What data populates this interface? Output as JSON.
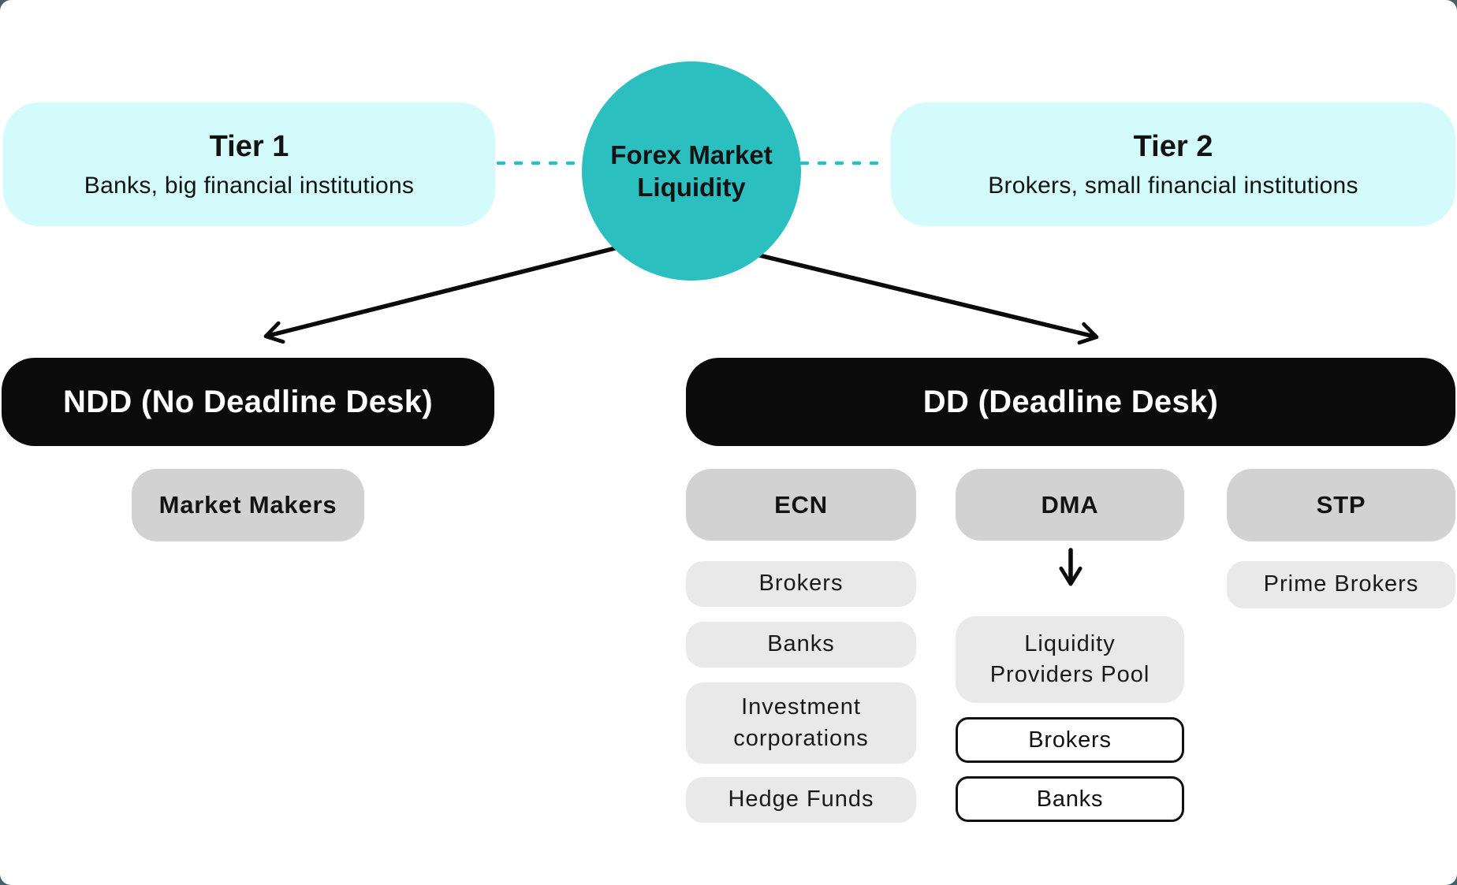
{
  "colors": {
    "teal": "#2BBFC0",
    "light_cyan": "#D3FBFB",
    "black_box": "#0B0B0B",
    "gray_header": "#D2D2D2",
    "gray_item": "#E9E9E9",
    "backdrop": "#46606b"
  },
  "hub": {
    "title_line1": "Forex Market",
    "title_line2": "Liquidity"
  },
  "tier1": {
    "title": "Tier 1",
    "subtitle": "Banks, big financial institutions"
  },
  "tier2": {
    "title": "Tier 2",
    "subtitle": "Brokers, small financial institutions"
  },
  "ndd": {
    "title": "NDD (No Deadline Desk)",
    "items": [
      "Market Makers"
    ]
  },
  "dd": {
    "title": "DD (Deadline Desk)",
    "columns": [
      {
        "header": "ECN",
        "items": [
          "Brokers",
          "Banks",
          "Investment corporations",
          "Hedge Funds"
        ]
      },
      {
        "header": "DMA",
        "pool": "Liquidity Providers Pool",
        "pool_items": [
          "Brokers",
          "Banks"
        ]
      },
      {
        "header": "STP",
        "items": [
          "Prime Brokers"
        ]
      }
    ]
  }
}
